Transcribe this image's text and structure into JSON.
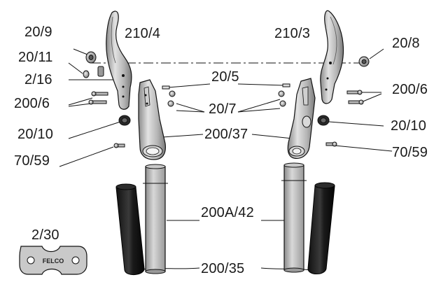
{
  "diagram": {
    "parts": {
      "p_20_9": "20/9",
      "p_20_11": "20/11",
      "p_2_16": "2/16",
      "p_200_6_left": "200/6",
      "p_20_10_left": "20/10",
      "p_70_59_left": "70/59",
      "p_210_4": "210/4",
      "p_210_3": "210/3",
      "p_20_8": "20/8",
      "p_20_5": "20/5",
      "p_200_6_right": "200/6",
      "p_20_7": "20/7",
      "p_20_10_right": "20/10",
      "p_200_37": "200/37",
      "p_70_59_right": "70/59",
      "p_200A_42": "200A/42",
      "p_2_30": "2/30",
      "p_200_35": "200/35"
    },
    "plate_brand": "FELCO"
  }
}
